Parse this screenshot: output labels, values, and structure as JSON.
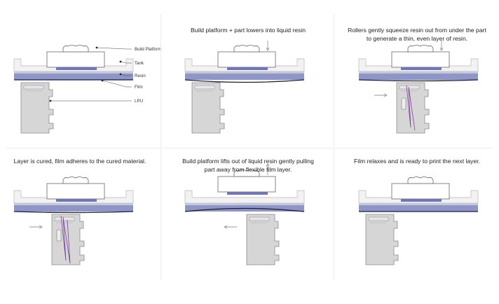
{
  "panels": [
    {
      "step": 1,
      "caption": "",
      "labels": {
        "build_platform": "Build Platform",
        "tank": "Tank",
        "resin": "Resin",
        "film": "Film",
        "lpu": "LPU"
      },
      "platform_arrow": "none",
      "film_state": "flat",
      "lpu_state": "idle",
      "lpu_arrow": "none"
    },
    {
      "step": 2,
      "caption": "Build platform + part lowers into liquid resin",
      "platform_arrow": "down",
      "film_state": "sagging",
      "lpu_state": "idle",
      "lpu_arrow": "none"
    },
    {
      "step": 3,
      "caption": "Rollers gently squeeze resin out from under the part to generate a thin, even layer of resin.",
      "platform_arrow": "down",
      "film_state": "pressed",
      "lpu_state": "rollers",
      "lpu_arrow": "right"
    },
    {
      "step": 4,
      "caption": "Layer is cured, film adheres to the cured material.",
      "platform_arrow": "none",
      "film_state": "pressed",
      "lpu_state": "laser",
      "lpu_arrow": "right"
    },
    {
      "step": 5,
      "caption": "Build platform lifts out of liquid resin gently pulling part away from flexible film layer.",
      "platform_arrow": "up",
      "film_state": "lifted",
      "lpu_state": "idle",
      "lpu_arrow": "left"
    },
    {
      "step": 6,
      "caption": "Film relaxes and is ready to print the next layer.",
      "platform_arrow": "none",
      "film_state": "flat",
      "lpu_state": "idle",
      "lpu_arrow": "none"
    }
  ],
  "colors": {
    "tank": "#f2f2f2",
    "tank_stroke": "#b9b9b9",
    "resin": "#8e96c7",
    "resin_light": "#c3c7e2",
    "film": "#1e1e2e",
    "part": "#6f76b3",
    "platform": "#ffffff",
    "platform_stroke": "#666666",
    "lpu": "#d6d6d6",
    "lpu_stroke": "#8c8c8c",
    "laser": "#7a3f9e",
    "arrow": "#9a9a9a"
  }
}
